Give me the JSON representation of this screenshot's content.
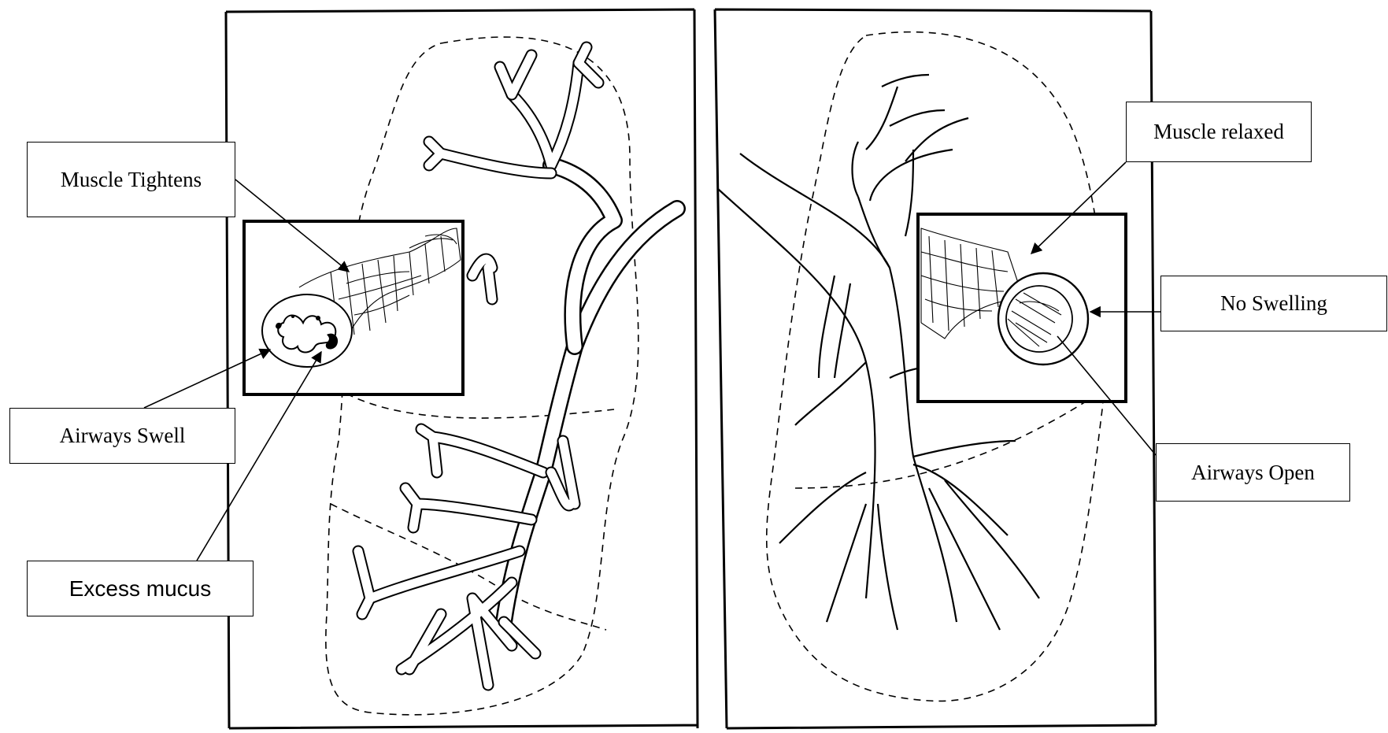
{
  "labels": {
    "muscle_tightens": "Muscle Tightens",
    "airways_swell": "Airways Swell",
    "excess_mucus": "Excess mucus",
    "muscle_relaxed": "Muscle relaxed",
    "no_swelling": "No Swelling",
    "airways_open": "Airways Open"
  },
  "colors": {
    "line": "#000000",
    "background": "#ffffff"
  }
}
